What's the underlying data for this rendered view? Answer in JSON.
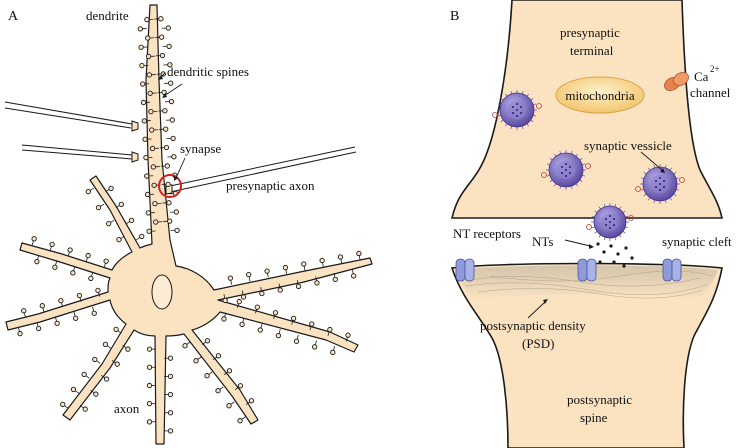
{
  "panels": {
    "a": "A",
    "b": "B"
  },
  "panel_a": {
    "dendrite": "dendrite",
    "dendritic_spines": "dendritic spines",
    "synapse": "synapse",
    "presynaptic_axon": "presynaptic axon",
    "axon": "axon"
  },
  "panel_b": {
    "presynaptic_terminal_1": "presynaptic",
    "presynaptic_terminal_2": "terminal",
    "mitochondria": "mitochondria",
    "ca_channel_base": "Ca",
    "ca_channel_sup": "2+",
    "ca_channel_2": "channel",
    "synaptic_vesicle": "synaptic vessicle",
    "nt_receptors": "NT receptors",
    "nts": "NTs",
    "synaptic_cleft": "synaptic cleft",
    "psd_1": "postsynaptic density",
    "psd_2": "(PSD)",
    "postsynaptic_spine_1": "postsynaptic",
    "postsynaptic_spine_2": "spine"
  },
  "colors": {
    "cell": "#fbe3c2",
    "outline": "#1a1a1a",
    "synapse_circle": "#d42020",
    "vesicle": "#6e5fb3",
    "receptor": "#8f9ad8",
    "channel": "#e8814c",
    "mitochondria": "#f8d48f",
    "density": "#d9ccb6"
  }
}
